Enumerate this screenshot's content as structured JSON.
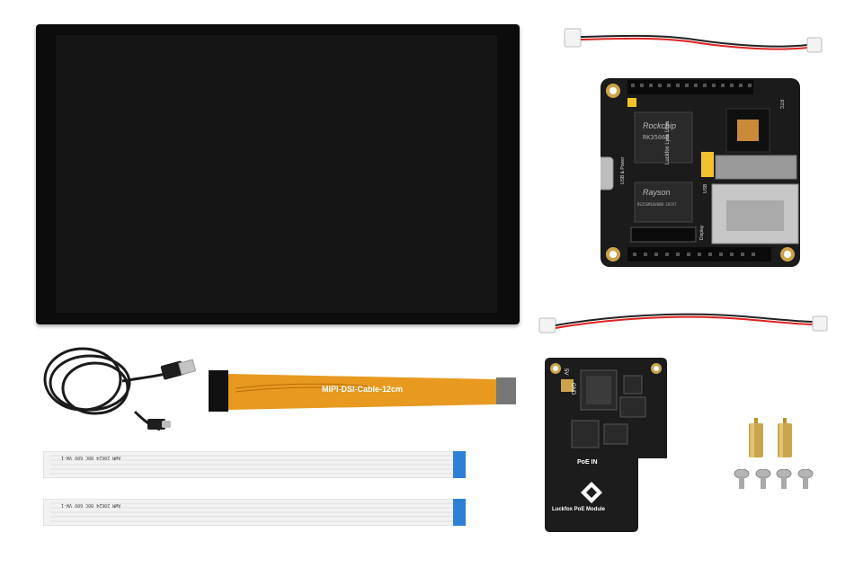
{
  "board": {
    "chip1_brand": "Rockchip",
    "chip1_model": "RK3506B",
    "chip2_brand": "Rayson",
    "chip2_model": "RS256M16V0DB-107AT",
    "title": "Luckfox Lyra Ultra",
    "usb_label": "USB",
    "usb_power_label": "USB & Power",
    "display_label": "Display",
    "rtc_label": "RTC"
  },
  "poe": {
    "label_5v": "5V",
    "label_gnd": "GND",
    "poe_in": "PoE IN",
    "module_name": "Luckfox PoE Module"
  },
  "ribbon": {
    "label": "MIPI-DSI-Cable-12cm"
  },
  "ffc": {
    "marking": "AWM 20624 80C 60V VW-1"
  },
  "colors": {
    "screen": "#111111",
    "pcb": "#1c1c1c",
    "flex": "#e79a1f",
    "ffc_tab": "#2f7fd6",
    "brass": "#c9a64e"
  }
}
